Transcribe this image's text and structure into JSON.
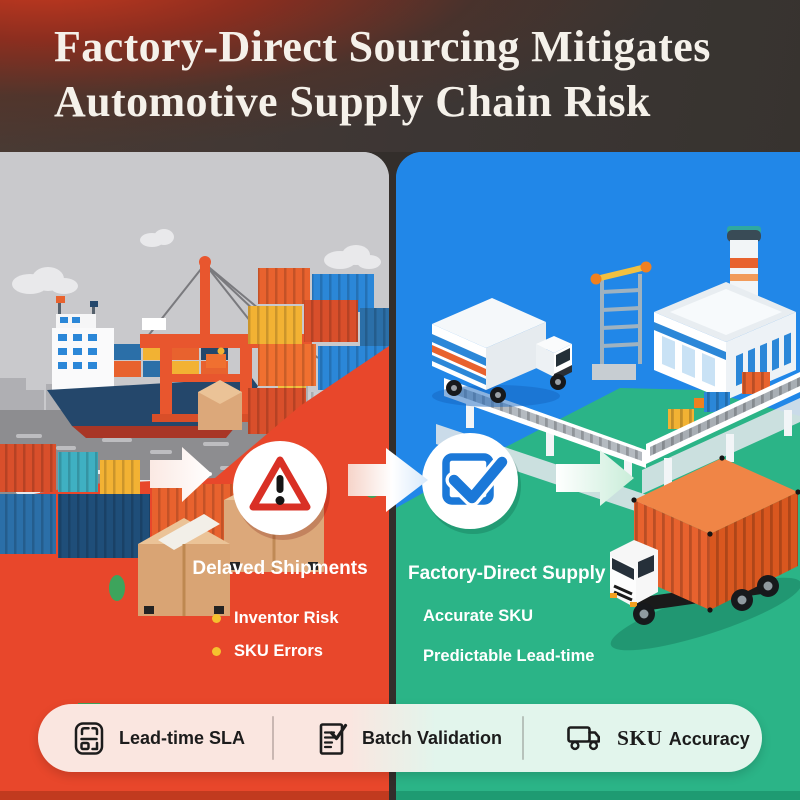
{
  "header": {
    "title_line1": "Factory-Direct Sourcing Mitigates",
    "title_line2": "Automotive Supply Chain Risk"
  },
  "left_panel": {
    "theme": "risk",
    "headline": "Delaved Shipments",
    "bullets": [
      {
        "label": "Inventor Risk"
      },
      {
        "label": "SKU Errors"
      }
    ],
    "badge_icon": "warning-triangle-icon",
    "scene": "port-with-cargo-ship-crane-containers-boxes"
  },
  "right_panel": {
    "theme": "solution",
    "headline": "Factory-Direct Supply",
    "bullets": [
      {
        "label": "Accurate SKU"
      },
      {
        "label": "Predictable Lead-time"
      }
    ],
    "badge_icon": "checkbox-checked-icon",
    "scene": "factory-conveyors-delivery-trucks"
  },
  "footer": {
    "items": [
      {
        "icon": "lead-time-sla-icon",
        "label": "Lead-time SLA"
      },
      {
        "icon": "batch-validation-icon",
        "label": "Batch Validation"
      },
      {
        "icon": "sku-accuracy-truck-icon",
        "label_serif": "SKU",
        "label_bold": "Accuracy"
      }
    ]
  },
  "colors": {
    "header_background": "#3C3634",
    "header_glow_red": "#C0331D",
    "header_text": "#F5F1EA",
    "left_sky": "#C9C9CC",
    "left_ground_red": "#E8472B",
    "right_sky": "#2187E8",
    "right_ground_green": "#2BB487",
    "warning_red": "#D93025",
    "check_blue": "#1B78D8",
    "bullet_yellow": "#F5C12E",
    "footer_pill_left": "#FAE6E0",
    "footer_pill_right": "#E2F5EC"
  }
}
